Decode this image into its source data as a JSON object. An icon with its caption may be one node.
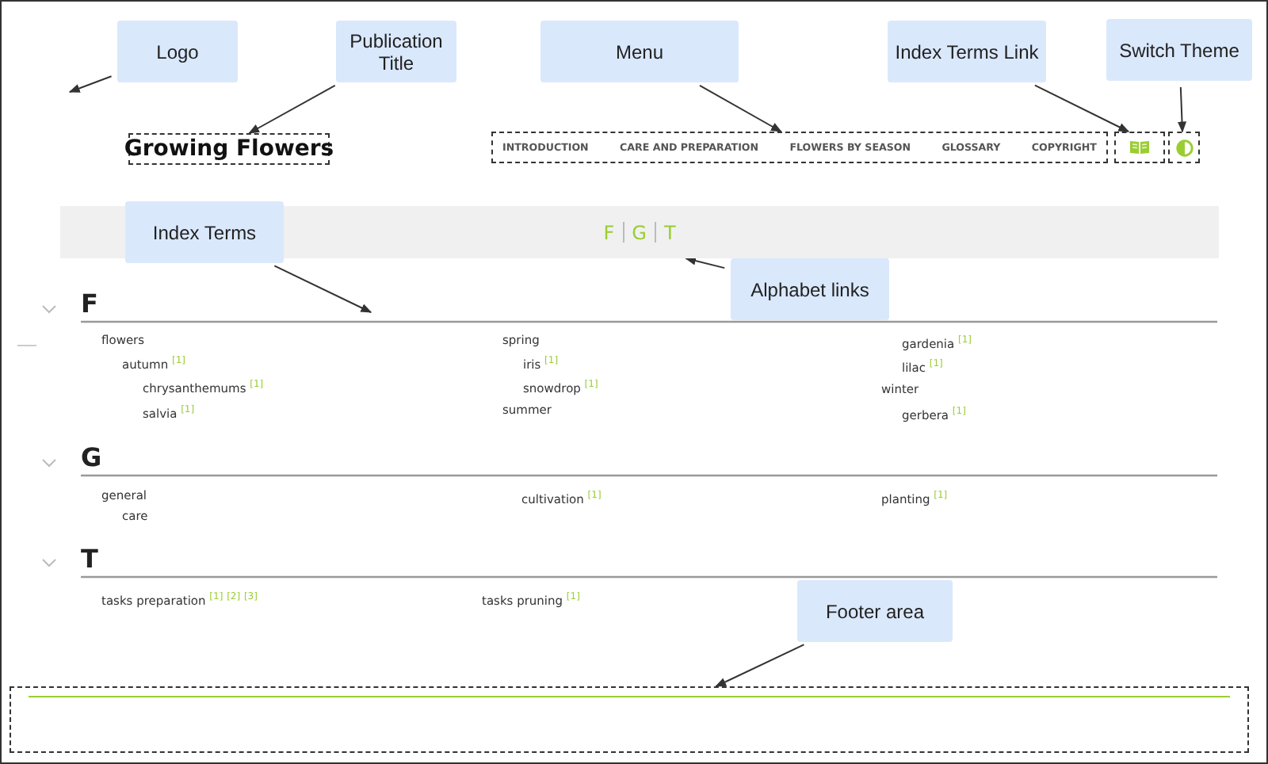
{
  "diagram": {
    "nodes": [
      {
        "text": [
          "Logo"
        ]
      },
      {
        "text": [
          "Publication Title"
        ]
      },
      {
        "text": [
          "Menu"
        ]
      },
      {
        "text": [
          "Index Terms Link"
        ]
      },
      {
        "text": [
          "Switch Theme"
        ]
      },
      {
        "text": [
          "Growing Flowers"
        ]
      },
      {
        "text": [
          "INTRODUCTION",
          "CARE AND PREPARATION",
          "FLOWERS BY SEASON",
          "GLOSSARY",
          "COPYRIGHT"
        ]
      },
      {
        "text": [],
        "shape": "box"
      },
      {
        "text": [],
        "shape": "box"
      },
      {
        "text": [
          "Index Terms"
        ]
      },
      {
        "text": [
          "Alphabet links"
        ]
      },
      {
        "text": [
          "F",
          "G",
          "T"
        ]
      },
      {
        "text": [
          "Footer area"
        ]
      },
      {
        "text": [],
        "shape": "box"
      }
    ],
    "edges": [
      {
        "from": 0,
        "to": null,
        "arrow": "to"
      },
      {
        "from": 1,
        "to": 5,
        "arrow": "to"
      },
      {
        "from": 2,
        "to": 6,
        "arrow": "to"
      },
      {
        "from": 3,
        "to": 7,
        "arrow": "to"
      },
      {
        "from": 4,
        "to": 8,
        "arrow": "to"
      },
      {
        "from": 9,
        "to": null,
        "arrow": "to"
      },
      {
        "from": 10,
        "to": 11,
        "arrow": "to"
      },
      {
        "from": 12,
        "to": 13,
        "arrow": "to"
      }
    ],
    "labels": [
      "F",
      "flowers",
      "autumn $^{[1]}$",
      "chrysanthemums $^{[1]}$",
      "salvia $^{[1]}$",
      "spring",
      "iris $^{[1]}$",
      "snowdrop $^{[1]}$",
      "summer",
      "gardenia $^{[1]}$",
      "lilac $^{[1]}$",
      "winter",
      "gerbera $^{[1]}$",
      "G",
      "general",
      "care",
      "cultivation $^{[1]}$",
      "planting $^{[1]}$",
      "T",
      "tasks preparation $^{[1]}$ $^{[2]}$ $^{[3]}$",
      "tasks pruning $^{[1]}$"
    ]
  }
}
